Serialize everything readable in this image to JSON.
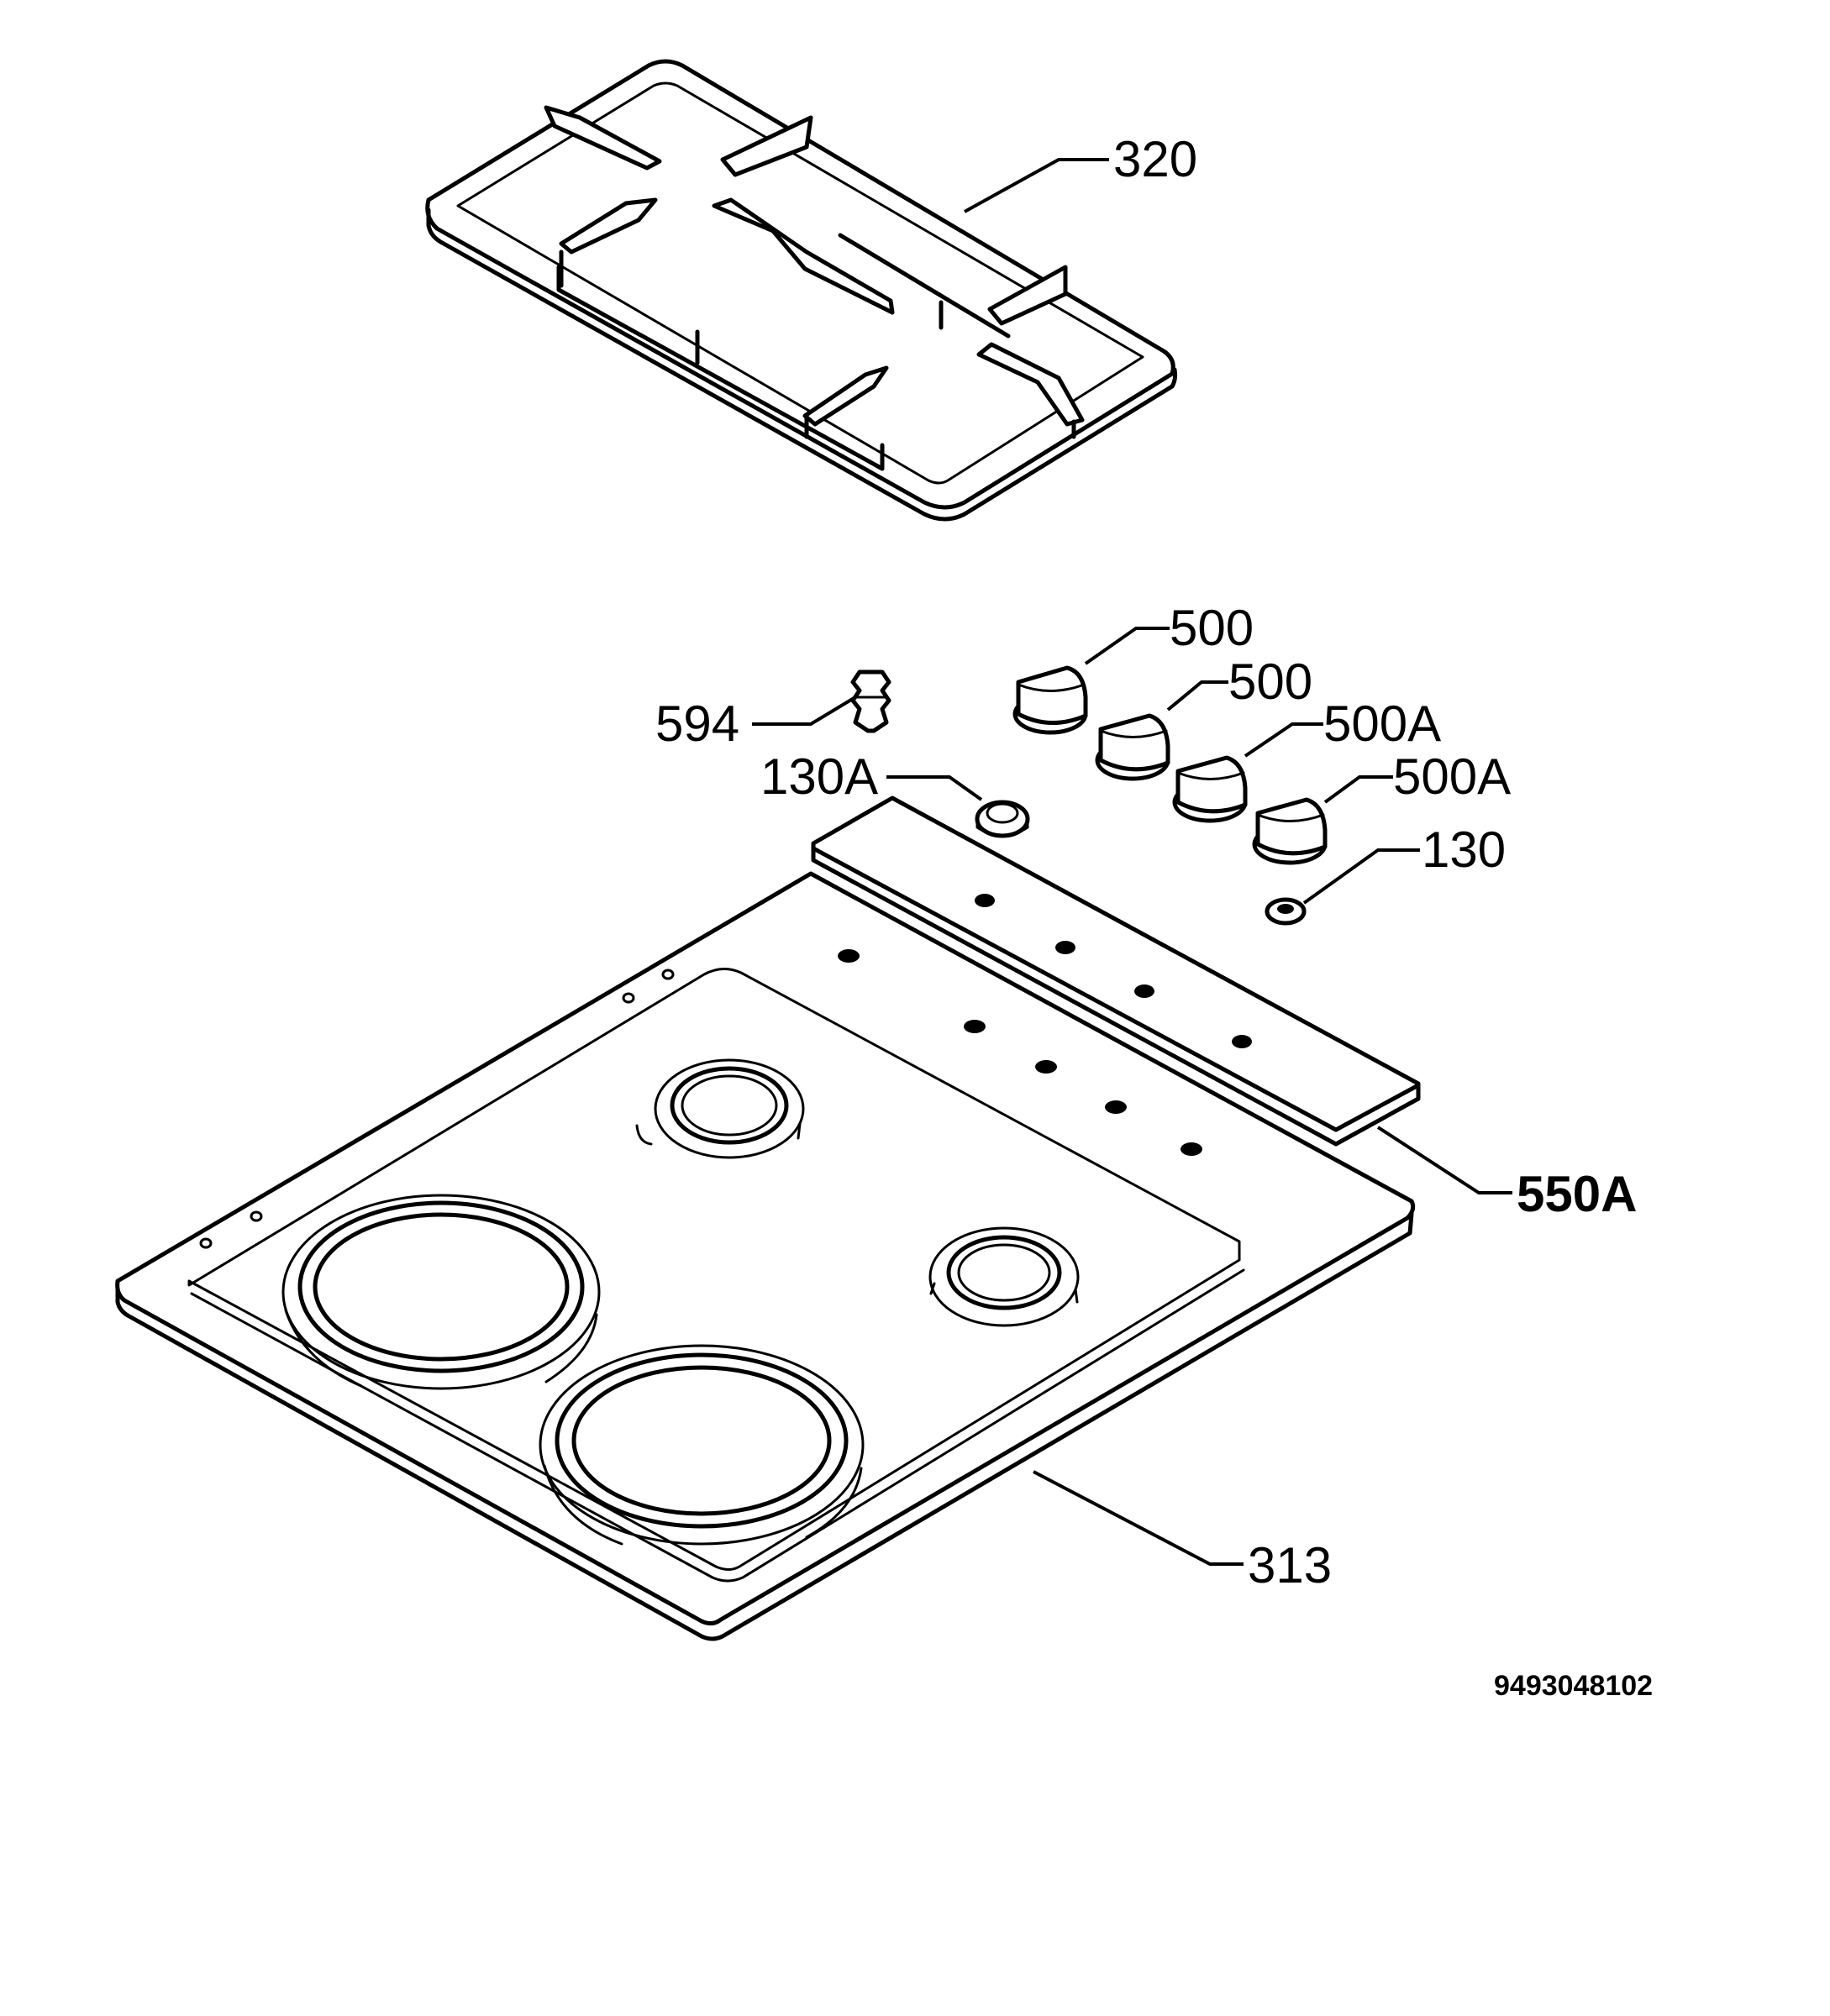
{
  "parts": {
    "pan_support": "320",
    "knob_1": "500",
    "knob_2": "500",
    "knob_3": "500A",
    "knob_4": "500A",
    "injector": "594",
    "ring_a": "130A",
    "ring_b": "130",
    "control_panel": "550A",
    "hob_top": "313"
  },
  "document_number": "9493048102",
  "colors": {
    "ink": "#000000",
    "paper": "#ffffff"
  }
}
